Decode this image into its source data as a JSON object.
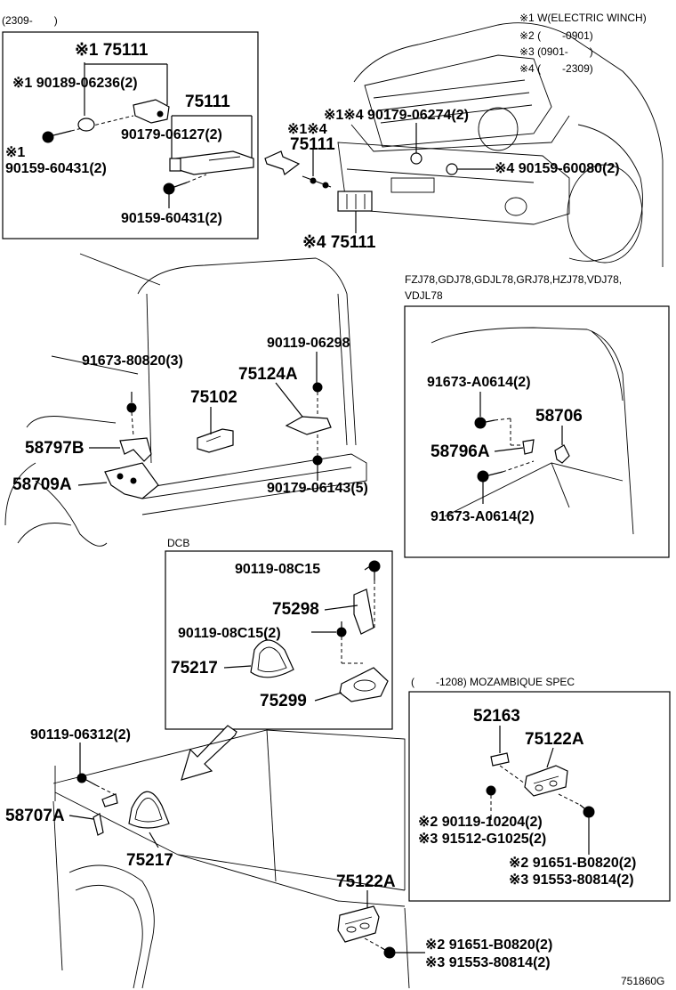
{
  "header": {
    "range_top_left": "(2309-　　)",
    "legend": [
      "※1 W(ELECTRIC WINCH)",
      "※2 (　　-0901)",
      "※3 (0901-　　)",
      "※4 (　　-2309)"
    ]
  },
  "box_winch": {
    "labels": [
      "※1 75111",
      "※1 90189-06236(2)",
      "75111",
      "90179-06127(2)",
      "※1",
      "90159-60431(2)",
      "90159-60431(2)"
    ]
  },
  "front_bumper": {
    "labels": [
      "※1※4",
      "75111",
      "※1※4 90179-06274(2)",
      "※4 90159-60080(2)",
      "※4 75111"
    ]
  },
  "rear_side": {
    "labels": [
      "91673-80820(3)",
      "90119-06298",
      "75124A",
      "75102",
      "58797B",
      "58709A",
      "90179-06143(5)"
    ]
  },
  "box_fzj": {
    "title_line1": "FZJ78,GDJ78,GDJL78,GRJ78,HZJ78,VDJ78,",
    "title_line2": "VDJL78",
    "labels": [
      "91673-A0614(2)",
      "58706",
      "58796A",
      "91673-A0614(2)"
    ]
  },
  "box_dcb": {
    "title": "DCB",
    "labels": [
      "90119-08C15",
      "75298",
      "90119-08C15(2)",
      "75217",
      "75299"
    ]
  },
  "truck_bed": {
    "labels": [
      "90119-06312(2)",
      "58707A",
      "75217",
      "75122A",
      "※2 91651-B0820(2)",
      "※3 91553-80814(2)"
    ]
  },
  "box_mozambique": {
    "title": "(　　-1208) MOZAMBIQUE SPEC",
    "labels": [
      "52163",
      "75122A",
      "※2 90119-10204(2)",
      "※3 91512-G1025(2)",
      "※2 91651-B0820(2)",
      "※3 91553-80814(2)"
    ]
  },
  "footer": {
    "diagram_code": "751860G"
  }
}
